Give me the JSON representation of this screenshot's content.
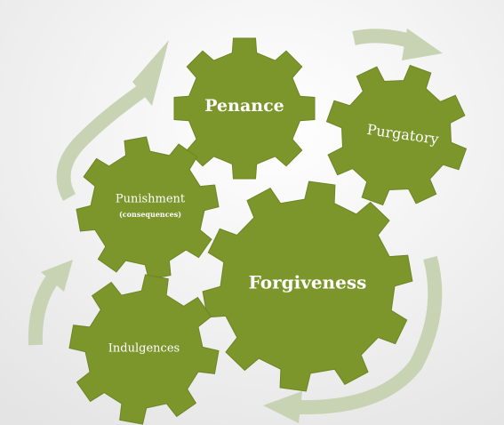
{
  "diagram": {
    "colors": {
      "gear": "#7c962b",
      "gear_edge": "#6d8524",
      "arrow": "#c8d3b4",
      "text": "#ffffff",
      "background_top": "#ffffff",
      "background_bottom": "#e6e6e6"
    },
    "gears": [
      {
        "id": "penance",
        "label": "Penance",
        "sublabel": ""
      },
      {
        "id": "purgatory",
        "label": "Purgatory",
        "sublabel": ""
      },
      {
        "id": "punishment",
        "label": "Punishment",
        "sublabel": "(consequences)"
      },
      {
        "id": "forgiveness",
        "label": "Forgiveness",
        "sublabel": ""
      },
      {
        "id": "indulgences",
        "label": "Indulgences",
        "sublabel": ""
      }
    ],
    "arrows": [
      {
        "id": "punishment-to-penance"
      },
      {
        "id": "penance-to-purgatory"
      },
      {
        "id": "forgiveness-to-indulgences"
      },
      {
        "id": "indulgences-to-punishment"
      }
    ]
  }
}
